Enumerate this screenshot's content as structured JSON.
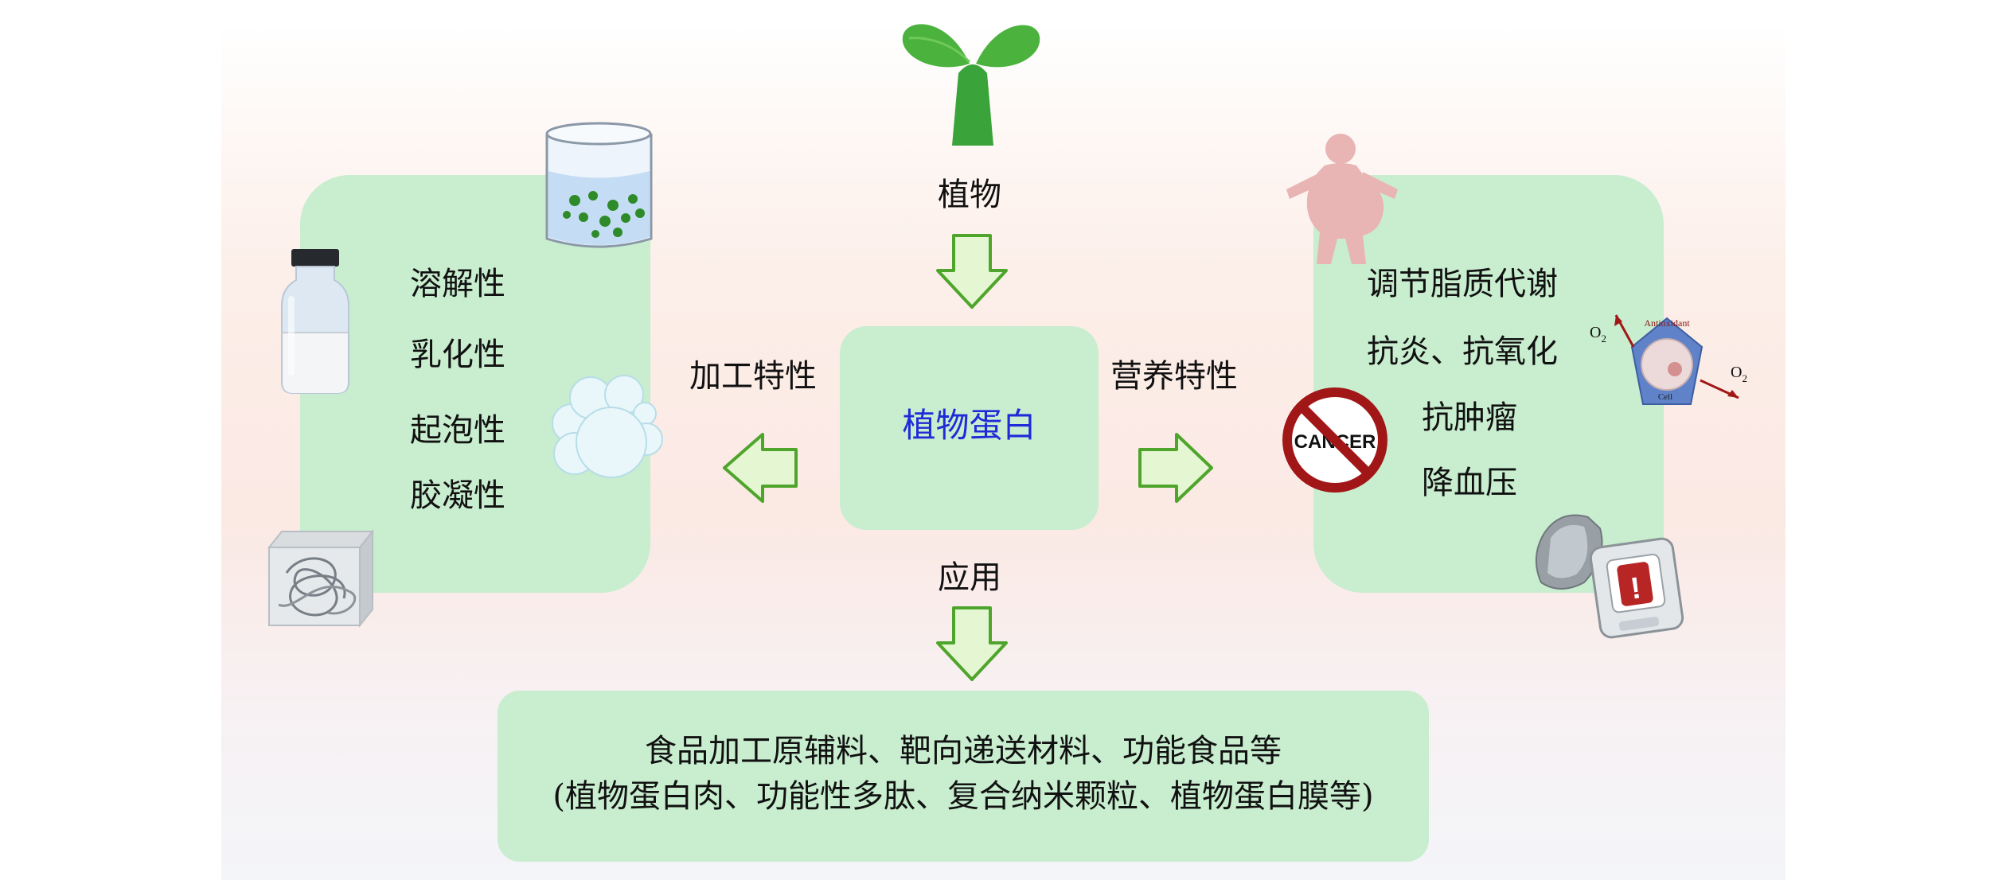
{
  "top": {
    "plant_label": "植物"
  },
  "center": {
    "title": "植物蛋白"
  },
  "left_branch": {
    "arrow_label": "加工特性"
  },
  "right_branch": {
    "arrow_label": "营养特性"
  },
  "bottom_branch": {
    "arrow_label": "应用"
  },
  "processing_properties": {
    "items": [
      "溶解性",
      "乳化性",
      "起泡性",
      "胶凝性"
    ]
  },
  "nutritional_properties": {
    "items": [
      "调节脂质代谢",
      "抗炎、抗氧化",
      "抗肿瘤",
      "降血压"
    ]
  },
  "applications": {
    "line1": "食品加工原辅料、靶向递送材料、功能食品等",
    "line2": "(植物蛋白肉、功能性多肽、复合纳米颗粒、植物蛋白膜等)"
  },
  "icons": {
    "cancer_sign_text": "CANCER",
    "cell_label": "Cell",
    "antioxidant_label": "Antioxidant",
    "oxygen_label": "O",
    "oxygen_subscript": "2",
    "alert_mark": "!"
  },
  "colors": {
    "panel_fill": "#c8edcf",
    "arrow_stroke": "#4fa52c",
    "arrow_fill": "#e4f7d2",
    "title_blue": "#1f2bd8",
    "sprout_green": "#3aa43a",
    "no_sign_red": "#a11717"
  }
}
